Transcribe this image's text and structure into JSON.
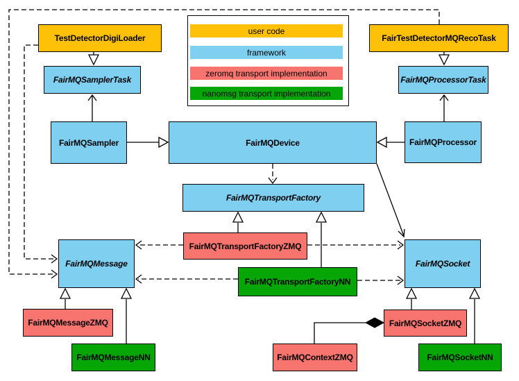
{
  "diagram": {
    "colors": {
      "user_code": "#FFC107",
      "framework": "#7FCFF1",
      "zeromq": "#F8746E",
      "nanomsg": "#05A605",
      "outline": "#000000",
      "canvas": "#FFFFFF"
    },
    "legend": {
      "items": [
        {
          "label": "user code",
          "category": "user-code"
        },
        {
          "label": "framework",
          "category": "framework"
        },
        {
          "label": "zeromq transport implementation",
          "category": "zeromq"
        },
        {
          "label": "nanomsg transport implementation",
          "category": "nanomsg"
        }
      ]
    },
    "nodes": {
      "testDetectorDigiLoader": {
        "label": "TestDetectorDigiLoader",
        "category": "user-code",
        "abstract": false
      },
      "fairTestDetectorMQRecoTask": {
        "label": "FairTestDetectorMQRecoTask",
        "category": "user-code",
        "abstract": false
      },
      "fairMQSamplerTask": {
        "label": "FairMQSamplerTask",
        "category": "framework",
        "abstract": true
      },
      "fairMQProcessorTask": {
        "label": "FairMQProcessorTask",
        "category": "framework",
        "abstract": true
      },
      "fairMQSampler": {
        "label": "FairMQSampler",
        "category": "framework",
        "abstract": false
      },
      "fairMQDevice": {
        "label": "FairMQDevice",
        "category": "framework",
        "abstract": false
      },
      "fairMQProcessor": {
        "label": "FairMQProcessor",
        "category": "framework",
        "abstract": false
      },
      "fairMQTransportFactory": {
        "label": "FairMQTransportFactory",
        "category": "framework",
        "abstract": true
      },
      "fairMQTransportFactoryZMQ": {
        "label": "FairMQTransportFactoryZMQ",
        "category": "zeromq",
        "abstract": false
      },
      "fairMQTransportFactoryNN": {
        "label": "FairMQTransportFactoryNN",
        "category": "nanomsg",
        "abstract": false
      },
      "fairMQMessage": {
        "label": "FairMQMessage",
        "category": "framework",
        "abstract": true
      },
      "fairMQSocket": {
        "label": "FairMQSocket",
        "category": "framework",
        "abstract": true
      },
      "fairMQMessageZMQ": {
        "label": "FairMQMessageZMQ",
        "category": "zeromq",
        "abstract": false
      },
      "fairMQMessageNN": {
        "label": "FairMQMessageNN",
        "category": "nanomsg",
        "abstract": false
      },
      "fairMQSocketZMQ": {
        "label": "FairMQSocketZMQ",
        "category": "zeromq",
        "abstract": false
      },
      "fairMQSocketNN": {
        "label": "FairMQSocketNN",
        "category": "nanomsg",
        "abstract": false
      },
      "fairMQContextZMQ": {
        "label": "FairMQContextZMQ",
        "category": "zeromq",
        "abstract": false
      }
    },
    "edges": [
      {
        "from": "TestDetectorDigiLoader",
        "to": "FairMQSamplerTask",
        "type": "inheritance"
      },
      {
        "from": "FairTestDetectorMQRecoTask",
        "to": "FairMQProcessorTask",
        "type": "inheritance"
      },
      {
        "from": "FairMQSampler",
        "to": "FairMQDevice",
        "type": "inheritance"
      },
      {
        "from": "FairMQProcessor",
        "to": "FairMQDevice",
        "type": "inheritance"
      },
      {
        "from": "FairMQSampler",
        "to": "FairMQSamplerTask",
        "type": "association-arrow"
      },
      {
        "from": "FairMQProcessor",
        "to": "FairMQProcessorTask",
        "type": "association-arrow"
      },
      {
        "from": "FairMQDevice",
        "to": "FairMQTransportFactory",
        "type": "dashed-dependency"
      },
      {
        "from": "FairMQDevice",
        "to": "FairMQSocket",
        "type": "association-arrow"
      },
      {
        "from": "FairMQTransportFactoryZMQ",
        "to": "FairMQTransportFactory",
        "type": "inheritance"
      },
      {
        "from": "FairMQTransportFactoryNN",
        "to": "FairMQTransportFactory",
        "type": "inheritance"
      },
      {
        "from": "FairMQTransportFactoryZMQ",
        "to": "FairMQMessage",
        "type": "dashed-dependency"
      },
      {
        "from": "FairMQTransportFactoryZMQ",
        "to": "FairMQSocket",
        "type": "dashed-dependency"
      },
      {
        "from": "FairMQTransportFactoryNN",
        "to": "FairMQMessage",
        "type": "dashed-dependency"
      },
      {
        "from": "FairMQTransportFactoryNN",
        "to": "FairMQSocket",
        "type": "dashed-dependency"
      },
      {
        "from": "TestDetectorDigiLoader",
        "to": "FairMQMessage",
        "type": "dashed-dependency"
      },
      {
        "from": "FairTestDetectorMQRecoTask",
        "to": "FairMQMessage",
        "type": "dashed-dependency"
      },
      {
        "from": "FairMQMessageZMQ",
        "to": "FairMQMessage",
        "type": "inheritance"
      },
      {
        "from": "FairMQMessageNN",
        "to": "FairMQMessage",
        "type": "inheritance"
      },
      {
        "from": "FairMQSocketZMQ",
        "to": "FairMQSocket",
        "type": "inheritance"
      },
      {
        "from": "FairMQSocketNN",
        "to": "FairMQSocket",
        "type": "inheritance"
      },
      {
        "from": "FairMQSocketZMQ",
        "to": "FairMQContextZMQ",
        "type": "composition"
      }
    ]
  }
}
